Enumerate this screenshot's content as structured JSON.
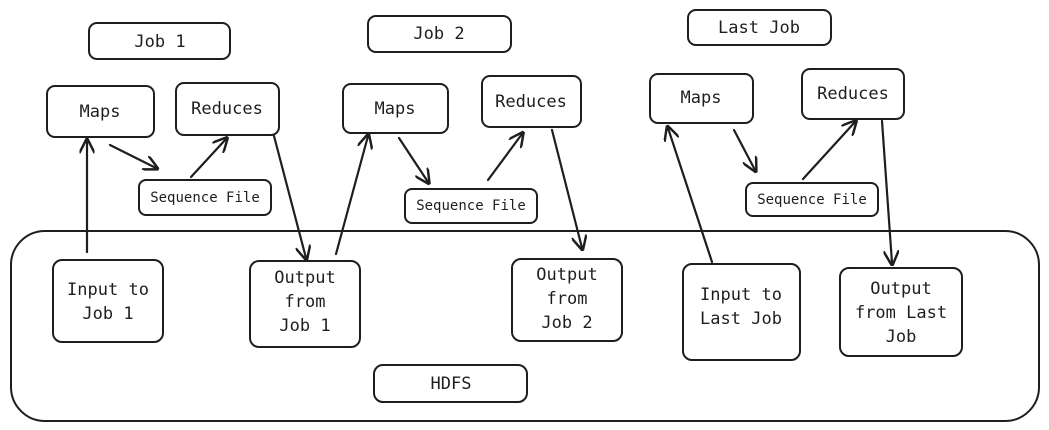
{
  "storage": {
    "label": "HDFS"
  },
  "jobs": [
    {
      "title": "Job 1",
      "maps": "Maps",
      "reduces": "Reduces",
      "seq": "Sequence File",
      "input": [
        "Input to",
        "Job 1"
      ],
      "output": [
        "Output",
        "from",
        "Job 1"
      ]
    },
    {
      "title": "Job 2",
      "maps": "Maps",
      "reduces": "Reduces",
      "seq": "Sequence File",
      "output": [
        "Output",
        "from",
        "Job 2"
      ]
    },
    {
      "title": "Last Job",
      "maps": "Maps",
      "reduces": "Reduces",
      "seq": "Sequence File",
      "input": [
        "Input to",
        "Last Job"
      ],
      "output": [
        "Output",
        "from Last",
        "Job"
      ]
    }
  ]
}
